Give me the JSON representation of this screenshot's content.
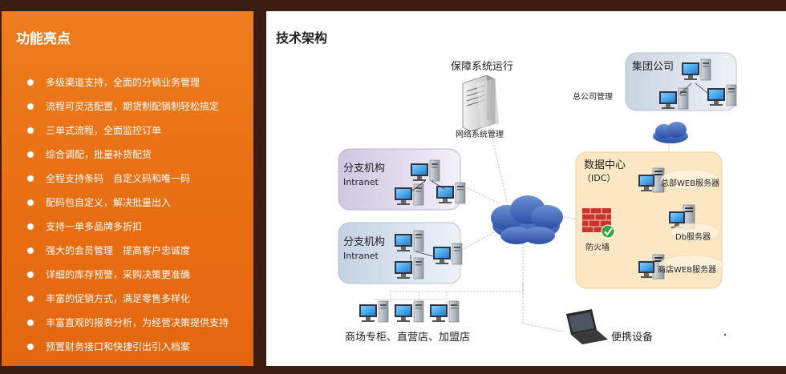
{
  "features_panel": {
    "title": "功能亮点",
    "items": [
      "多级渠道支持，全面的分销业务管理",
      "流程可灵活配置，期货制配销制轻松搞定",
      "三单式流程，全面监控订单",
      "综合调配，批量补货配货",
      "全程支持条码　自定义码和唯一码",
      "配码包自定义，解决批量出入",
      "支持一单多品牌多折扣",
      "强大的会员管理　提高客户忠诚度",
      "详细的库存预警，采购决策更准确",
      "丰富的促销方式，满足零售多样化",
      "丰富直观的报表分析，为经营决策提供支持",
      "预置财务接口和快捷引出引入档案"
    ]
  },
  "architecture": {
    "title": "技术架构",
    "server_title": "保障系统运行",
    "server_caption": "网络系统管理",
    "group_company": "集团公司",
    "hq_management": "总公司管理",
    "branch_1_title": "分支机构",
    "branch_1_sub": "Intranet",
    "branch_2_title": "分支机构",
    "branch_2_sub": "Intranet",
    "datacenter_title": "数据中心",
    "datacenter_sub": "（IDC）",
    "hq_web_server": "总部WEB服务器",
    "db_server": "Db服务器",
    "shop_web_server": "商店WEB服务器",
    "firewall": "防火墙",
    "stores": "商场专柜、直营店、加盟店",
    "mobile": "便携设备"
  },
  "colors": {
    "left_panel": "#e8731a",
    "background": "#3a1d10",
    "cloud": "#3f62b8",
    "branch_box_1": "#ddd7ea",
    "branch_box_2": "#d3dde9",
    "datacenter_box": "#fbe8c6",
    "group_box": "#d8e0ea"
  }
}
